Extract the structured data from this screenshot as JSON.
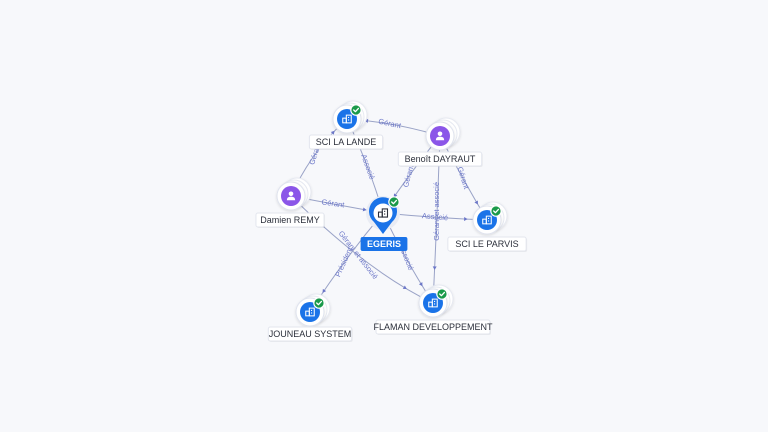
{
  "nodes": [
    {
      "id": "egeris",
      "label": "EGERIS",
      "kind": "company",
      "focus": true,
      "verified": true,
      "icon": "building-icon"
    },
    {
      "id": "sci_la_lande",
      "label": "SCI LA LANDE",
      "kind": "company",
      "focus": false,
      "verified": true,
      "icon": "building-icon"
    },
    {
      "id": "benoit",
      "label": "Benoît DAYRAUT",
      "kind": "person",
      "focus": false,
      "verified": false,
      "icon": "person-icon"
    },
    {
      "id": "damien",
      "label": "Damien REMY",
      "kind": "person",
      "focus": false,
      "verified": false,
      "icon": "person-icon"
    },
    {
      "id": "sci_le_parvis",
      "label": "SCI LE PARVIS",
      "kind": "company",
      "focus": false,
      "verified": true,
      "icon": "building-icon"
    },
    {
      "id": "jouneau",
      "label": "JOUNEAU SYSTEM",
      "kind": "company",
      "focus": false,
      "verified": true,
      "icon": "building-icon"
    },
    {
      "id": "flaman",
      "label": "FLAMAN DEVELOPPEMENT",
      "kind": "company",
      "focus": false,
      "verified": true,
      "icon": "building-icon"
    }
  ],
  "edges": [
    {
      "from": "benoit",
      "to": "sci_la_lande",
      "label": "Gérant"
    },
    {
      "from": "benoit",
      "to": "egeris",
      "label": "Gérant"
    },
    {
      "from": "benoit",
      "to": "sci_le_parvis",
      "label": "Gérant"
    },
    {
      "from": "benoit",
      "to": "flaman",
      "label": "Gérant et associé"
    },
    {
      "from": "damien",
      "to": "sci_la_lande",
      "label": "Gérant"
    },
    {
      "from": "damien",
      "to": "egeris",
      "label": "Gérant"
    },
    {
      "from": "damien",
      "to": "flaman",
      "label": "Gérant et associé"
    },
    {
      "from": "egeris",
      "to": "sci_la_lande",
      "label": "Associé"
    },
    {
      "from": "egeris",
      "to": "sci_le_parvis",
      "label": "Associé"
    },
    {
      "from": "egeris",
      "to": "flaman",
      "label": "Associé"
    },
    {
      "from": "egeris",
      "to": "jouneau",
      "label": "Président"
    }
  ]
}
